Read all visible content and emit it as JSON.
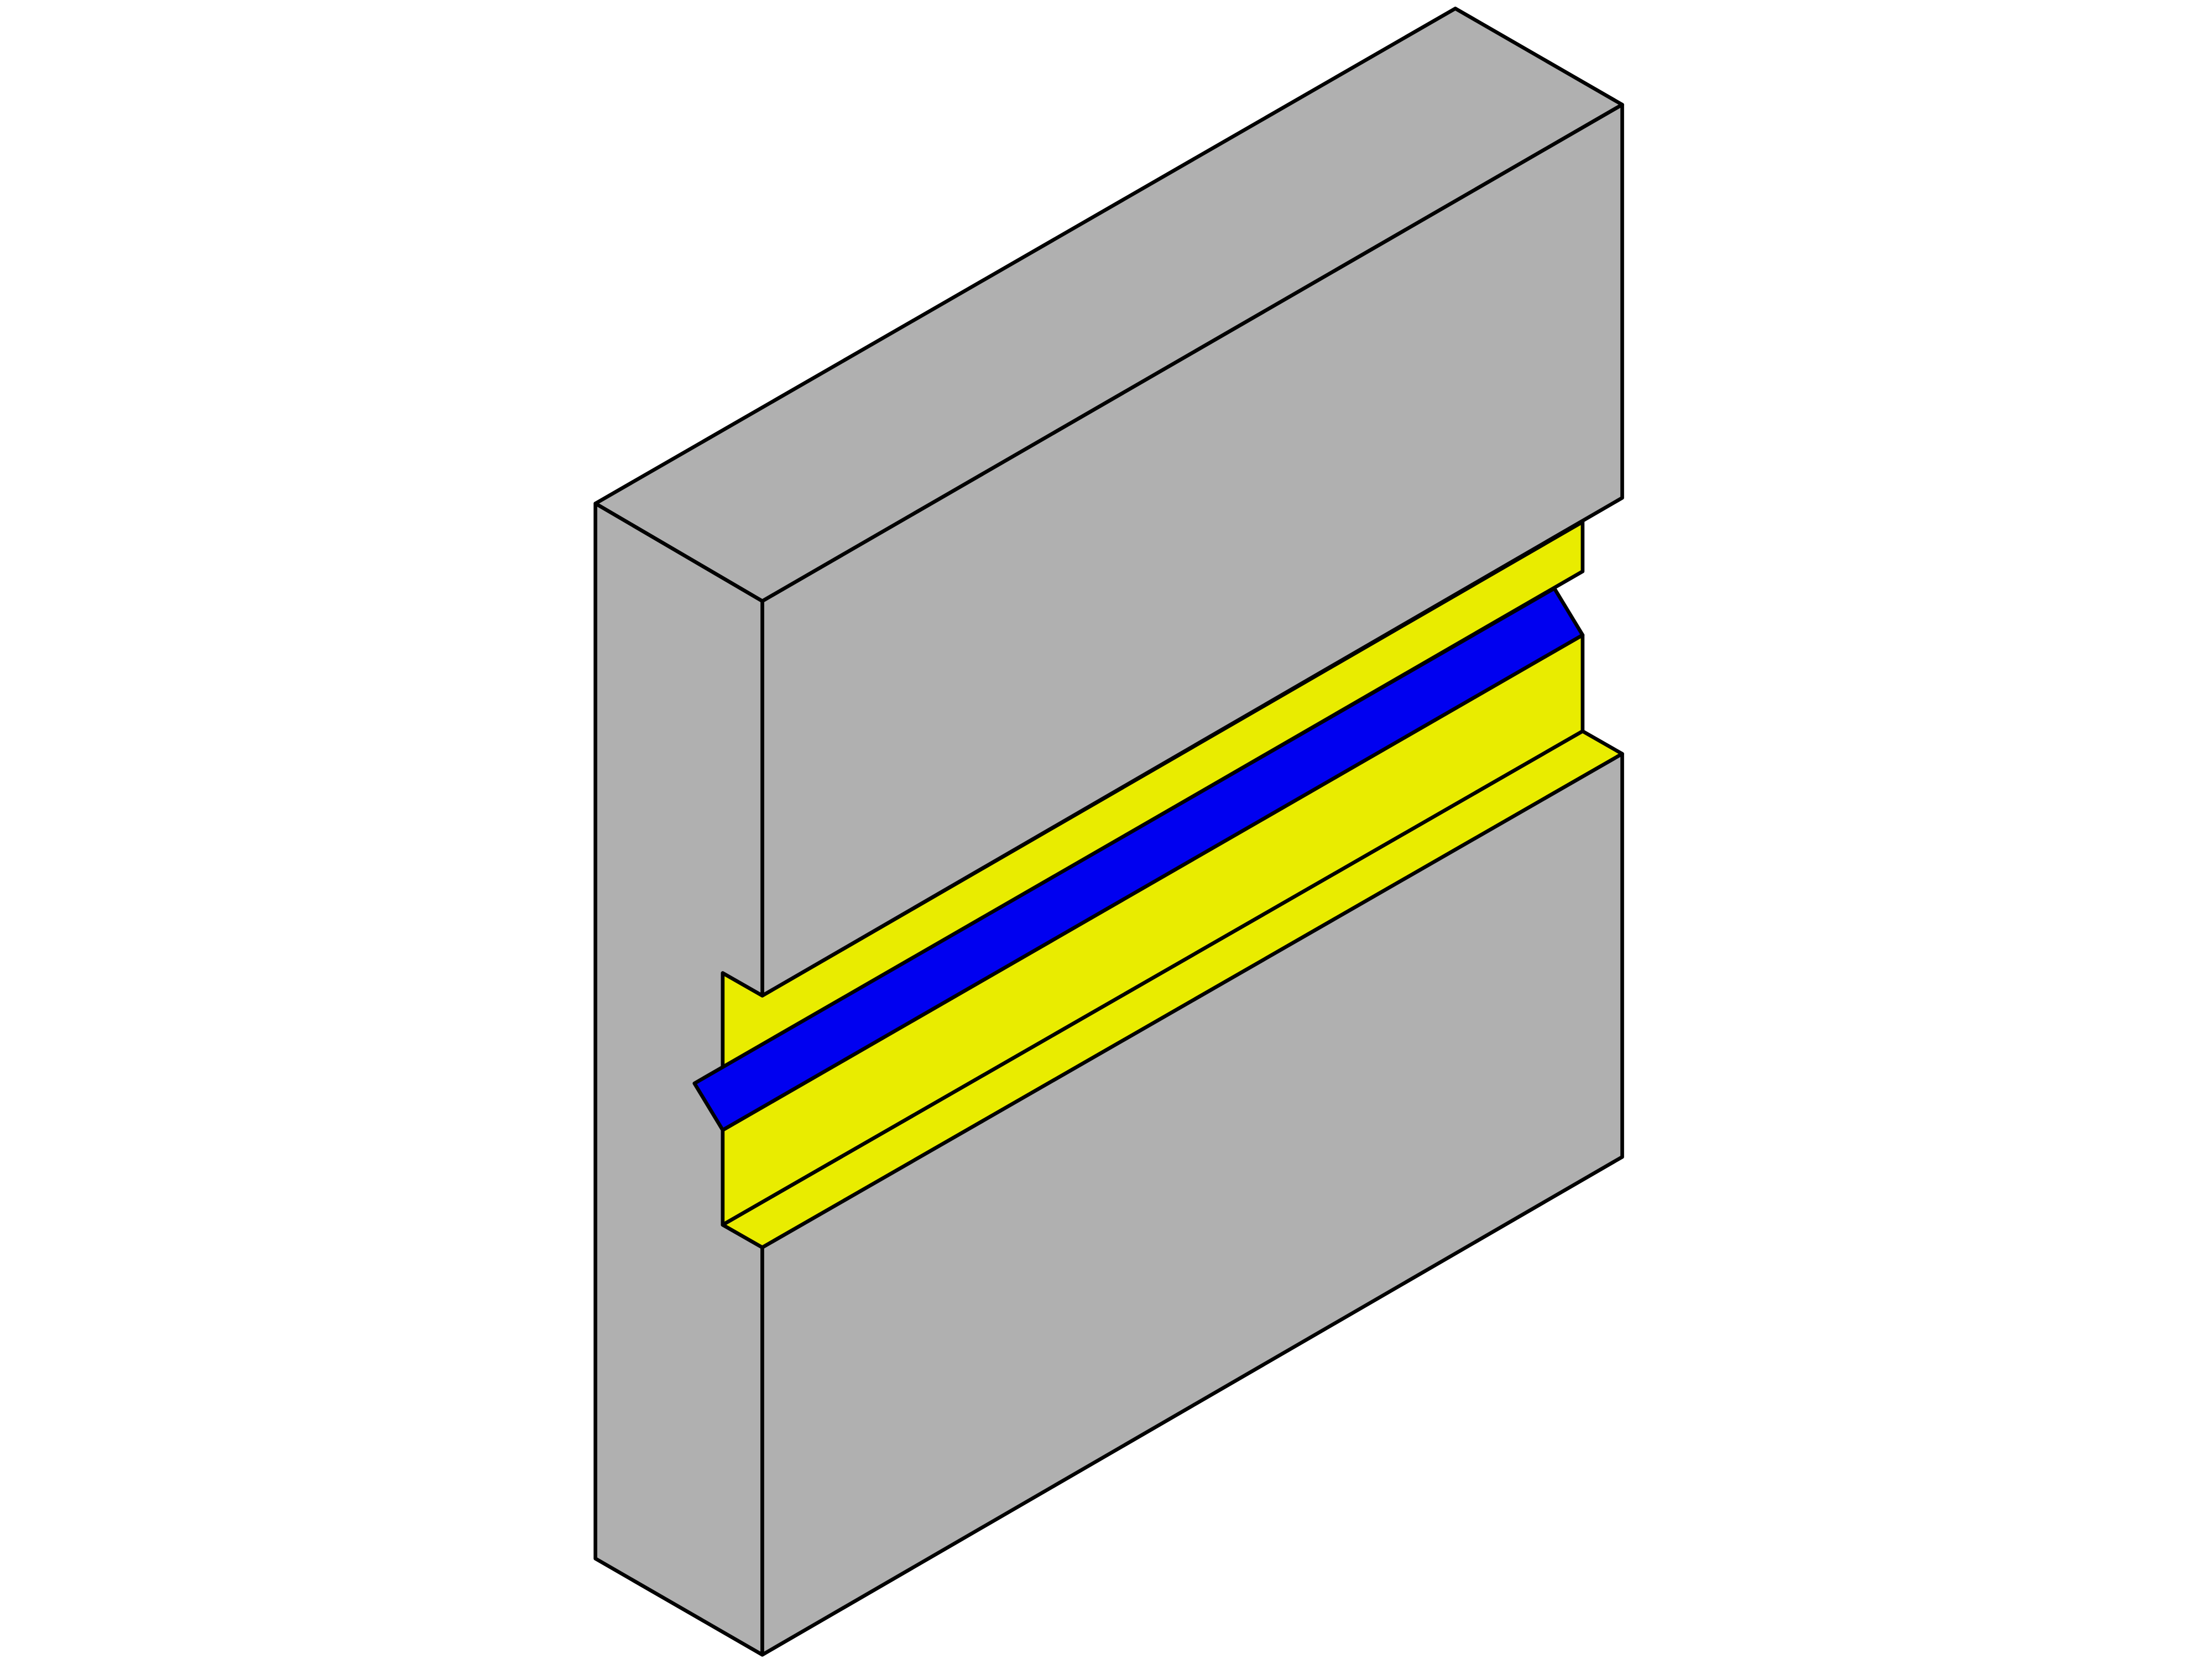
{
  "figure": {
    "description_free": true,
    "colors": {
      "block": "#b0b0b0",
      "channel": "#e9ec00",
      "strip": "#0000f0",
      "edge": "#000000",
      "background": "#ffffff"
    },
    "parts": [
      "upper-block",
      "lower-block",
      "yellow-channel",
      "blue-strip"
    ]
  }
}
